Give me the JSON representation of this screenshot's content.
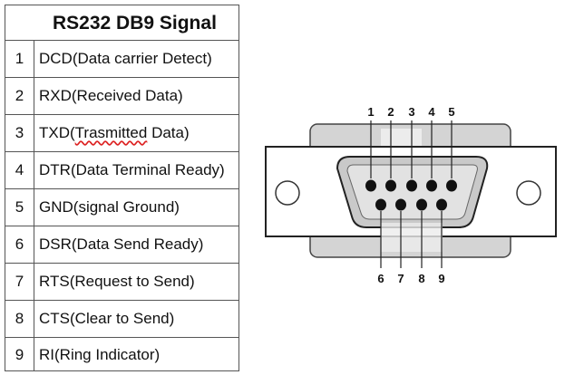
{
  "table": {
    "title": "RS232 DB9 Signal",
    "rows": [
      {
        "num": "1",
        "label": "DCD(Data carrier Detect)"
      },
      {
        "num": "2",
        "label": "RXD(Received Data)"
      },
      {
        "num": "3",
        "label_pre": "TXD(",
        "label_wavy": "Trasmitted",
        "label_post": " Data)"
      },
      {
        "num": "4",
        "label": "DTR(Data Terminal Ready)"
      },
      {
        "num": "5",
        "label": "GND(signal Ground)"
      },
      {
        "num": "6",
        "label": "DSR(Data Send Ready)"
      },
      {
        "num": "7",
        "label": "RTS(Request to Send)"
      },
      {
        "num": "8",
        "label": "CTS(Clear to Send)"
      },
      {
        "num": "9",
        "label": "RI(Ring Indicator)"
      }
    ]
  },
  "connector": {
    "top_pins": [
      "1",
      "2",
      "3",
      "4",
      "5"
    ],
    "bottom_pins": [
      "6",
      "7",
      "8",
      "9"
    ]
  }
}
